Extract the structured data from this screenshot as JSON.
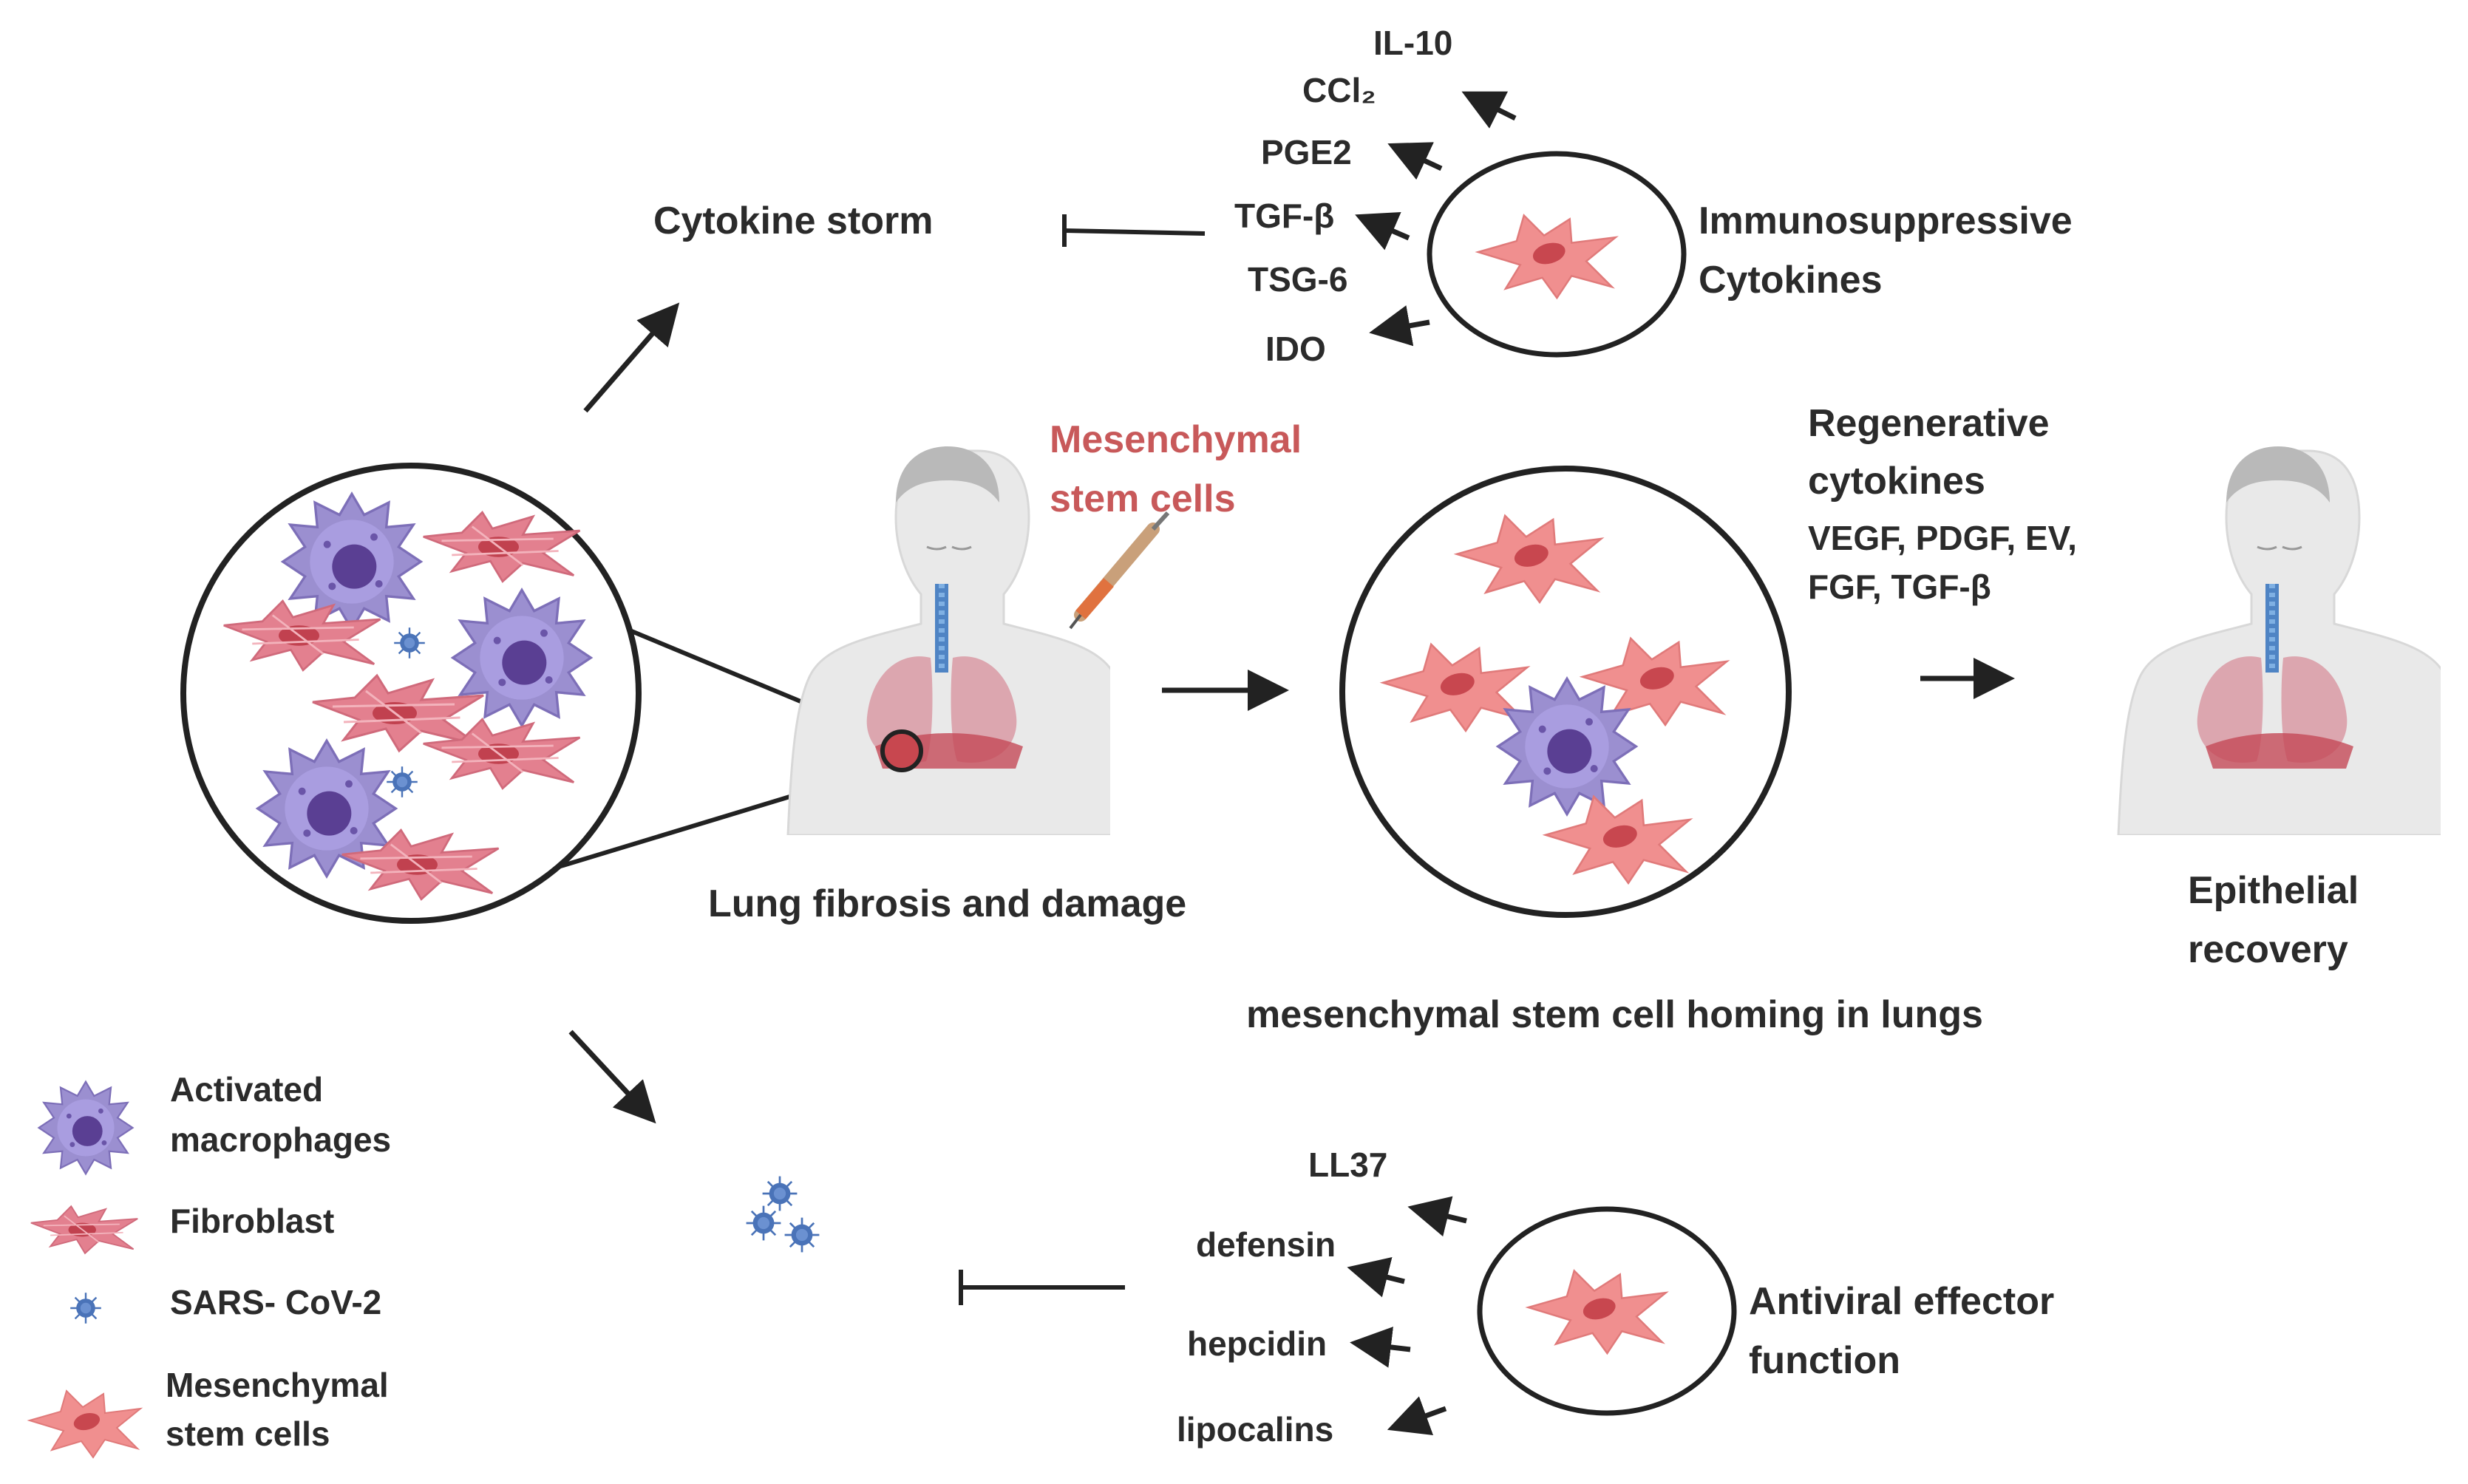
{
  "top_branch": {
    "cytokine_storm": "Cytokine storm",
    "cytokines": [
      "IL-10",
      "CCl₂",
      "PGE2",
      "TGF-β",
      "TSG-6",
      "IDO"
    ],
    "immuno_label": [
      "Immunosuppressive",
      "Cytokines"
    ]
  },
  "center": {
    "msc_label": [
      "Mesenchymal",
      "stem cells"
    ],
    "lung_caption": "Lung fibrosis and damage",
    "homing_caption": "mesenchymal stem cell homing in lungs",
    "regen_title": [
      "Regenerative",
      "cytokines"
    ],
    "regen_list": [
      "VEGF, PDGF, EV,",
      "FGF, TGF-β"
    ],
    "recovery": [
      "Epithelial",
      "recovery"
    ]
  },
  "bottom_branch": {
    "effectors": [
      "LL37",
      "defensin",
      "hepcidin",
      "lipocalins"
    ],
    "antiviral_label": [
      "Antiviral effector",
      "function"
    ]
  },
  "legend": {
    "items": [
      {
        "lines": [
          "Activated",
          "macrophages"
        ],
        "icon": "macrophage-icon"
      },
      {
        "lines": [
          "Fibroblast"
        ],
        "icon": "fibroblast-icon"
      },
      {
        "lines": [
          "SARS- CoV-2"
        ],
        "icon": "virus-icon"
      },
      {
        "lines": [
          "Mesenchymal",
          "stem cells"
        ],
        "icon": "msc-icon"
      }
    ]
  },
  "colors": {
    "macrophage": "#9b8fd0",
    "macrophage_nucleus": "#5a3f93",
    "fibroblast": "#e3808f",
    "msc": "#f08f8f",
    "virus": "#4a73b8",
    "accent_red": "#c8595a"
  }
}
